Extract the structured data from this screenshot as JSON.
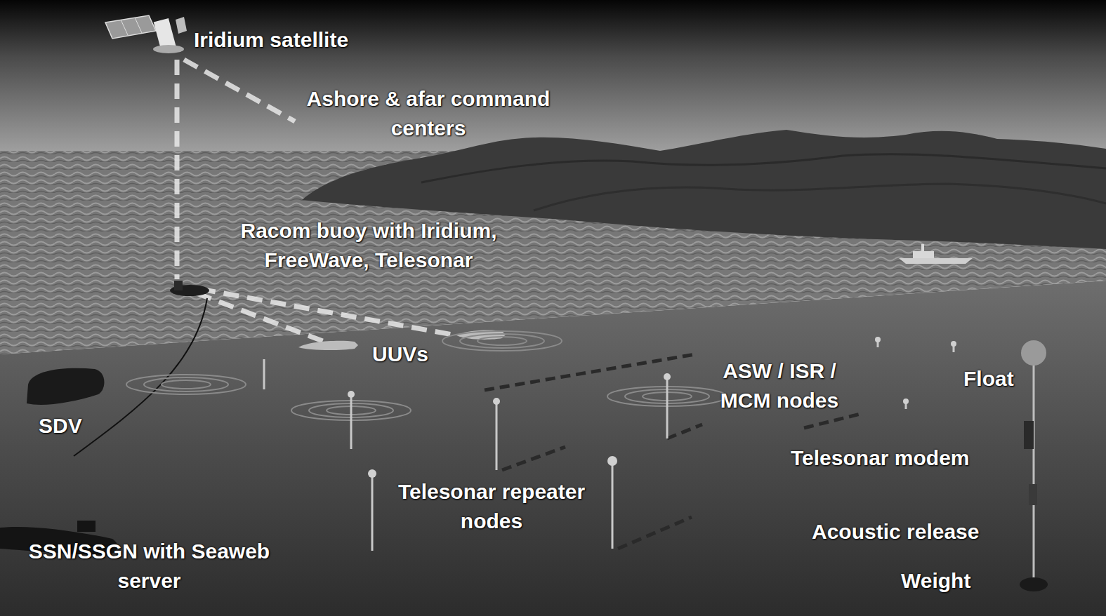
{
  "diagram": {
    "labels": [
      "Iridium satellite",
      "Ashore & afar command centers",
      "Racom buoy with Iridium, FreeWave, Telesonar",
      "UUVs",
      "ASW / ISR / MCM nodes",
      "Float",
      "SDV",
      "Telesonar modem",
      "Telesonar repeater nodes",
      "Acoustic release",
      "SSN/SSGN with Seaweb server",
      "Weight"
    ]
  }
}
